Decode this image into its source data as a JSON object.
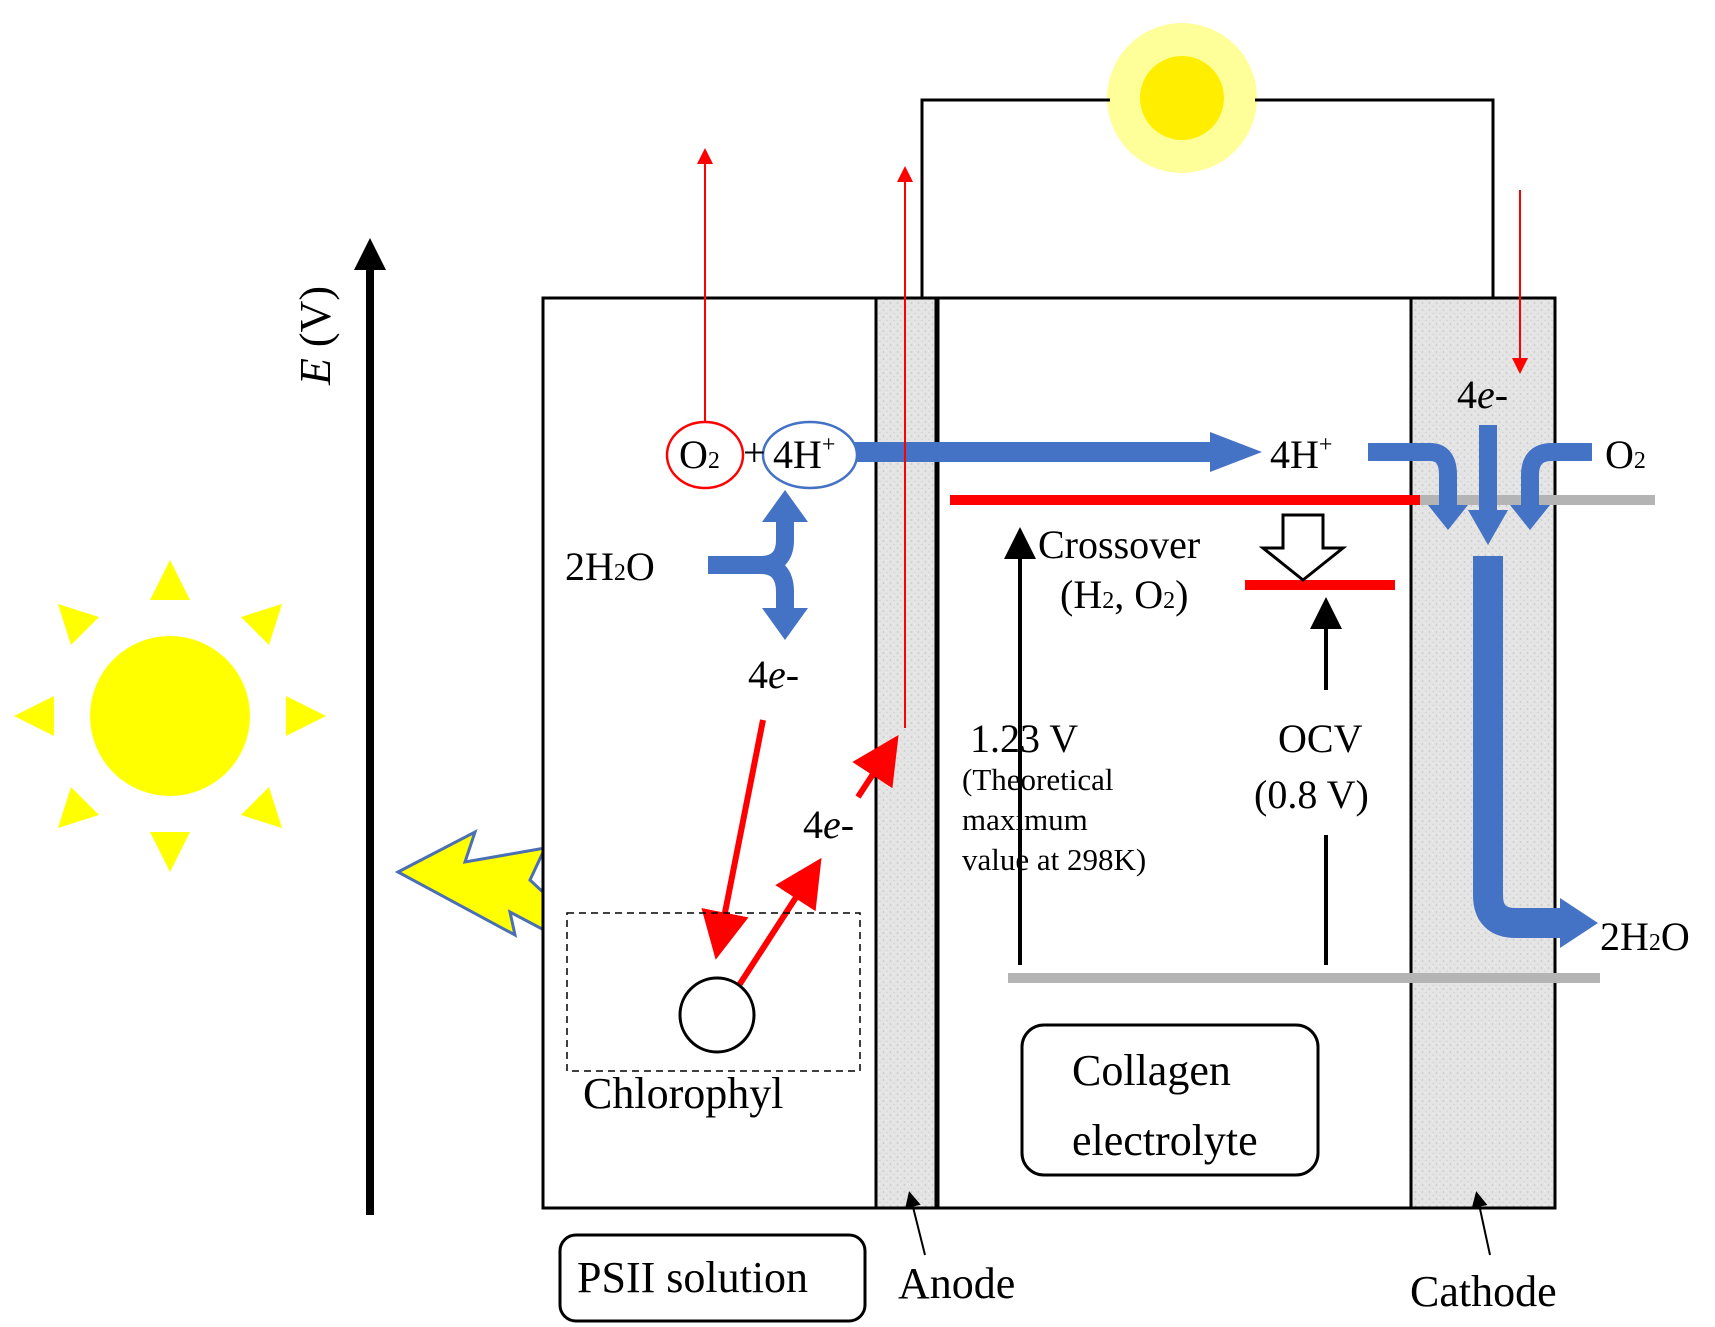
{
  "axis": {
    "label": "E",
    "unit": "(V)"
  },
  "labels": {
    "o2_left": "O",
    "o2_left_sub": "2",
    "plus": "+",
    "h4_left": "4H",
    "h4_left_sup": "+",
    "water_in": "2H",
    "water_in_sub": "2",
    "water_in_end": "O",
    "e_mid_num": "4",
    "e_mid_it": "e",
    "e_mid_end": "-",
    "e_low_num": "4",
    "e_low_it": "e",
    "e_low_end": "-",
    "e_top_num": "4",
    "e_top_it": "e",
    "e_top_end": "-",
    "h4_right": "4H",
    "h4_right_sup": "+",
    "o2_right": "O",
    "o2_right_sub": "2",
    "water_out": "2H",
    "water_out_sub": "2",
    "water_out_end": "O",
    "crossover": "Crossover",
    "crossover_sub_a": "(H",
    "crossover_sub_a_sub": "2",
    "crossover_sub_b": ", O",
    "crossover_sub_b_sub": "2",
    "crossover_sub_end": ")",
    "theoretical_v": "1.23 V",
    "theoretical_note_1": "(Theoretical",
    "theoretical_note_2": "maximum",
    "theoretical_note_3": "value at 298K)",
    "ocv": "OCV",
    "ocv_value": "(0.8 V)",
    "chlorophyl": "Chlorophyl",
    "collagen_1": "Collagen",
    "collagen_2": "electrolyte",
    "psii": "PSII solution",
    "anode": "Anode",
    "cathode": "Cathode"
  },
  "colors": {
    "flow_blue": "#4472c4",
    "electron_red": "#ff0000",
    "sun_yellow": "#ffff00",
    "bulb_inner": "#ffee00",
    "bulb_glow": "#ffff99",
    "electrode_gray": "#e3e3e3",
    "level_gray": "#b4b4b4",
    "bolt_outline": "#4a6fb5"
  }
}
